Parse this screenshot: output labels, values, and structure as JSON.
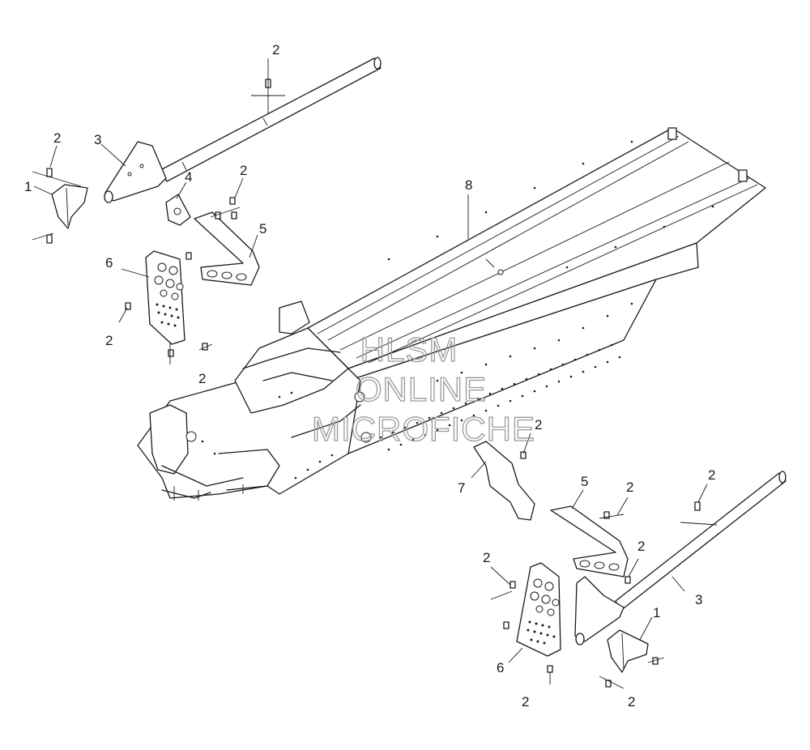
{
  "watermark": {
    "line1": "HLSM",
    "line2": "ONLINE",
    "line3": "MICROFICHE"
  },
  "callouts": {
    "c1_left": "1",
    "c2_top_center": "2",
    "c2_left_top": "2",
    "c3_left": "3",
    "c4": "4",
    "c2_mid": "2",
    "c5_left": "5",
    "c6_left": "6",
    "c8": "8",
    "c2_left_low": "2",
    "c2_left_bottom": "2",
    "c2_center_right": "2",
    "c7": "7",
    "c5_right": "5",
    "c2_right_a": "2",
    "c2_right_top": "2",
    "c2_right_b": "2",
    "c2_right_c": "2",
    "c3_right": "3",
    "c1_right": "1",
    "c6_right": "6",
    "c2_bottom_a": "2",
    "c2_bottom_b": "2"
  }
}
